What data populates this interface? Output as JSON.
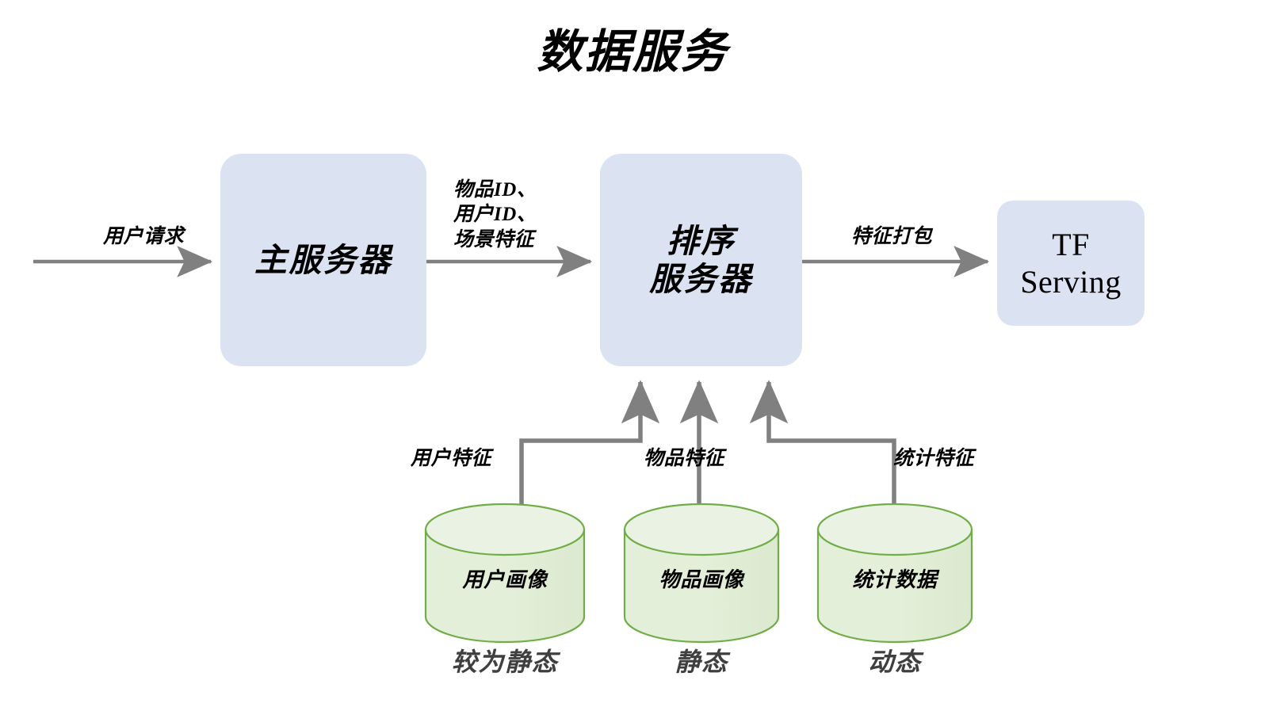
{
  "title": "数据服务",
  "colors": {
    "box_fill": "#dbe3f3",
    "cylinder_fill": "#e3efd8",
    "cylinder_top_fill": "#eaf3e3",
    "cylinder_stroke": "#70ad47",
    "arrow": "#808080",
    "caption_text": "#3f3f3f"
  },
  "nodes": {
    "main_server": {
      "label": "主服务器"
    },
    "rank_server": {
      "label": "排序\n服务器"
    },
    "tf_serving": {
      "label": "TF\nServing"
    }
  },
  "edge_labels": {
    "user_request": "用户请求",
    "ids_and_context": "物品ID、\n用户ID、\n场景特征",
    "feature_packing": "特征打包",
    "user_feature": "用户特征",
    "item_feature": "物品特征",
    "stat_feature": "统计特征"
  },
  "datastores": [
    {
      "label": "用户画像",
      "caption": "较为静态"
    },
    {
      "label": "物品画像",
      "caption": "静态"
    },
    {
      "label": "统计数据",
      "caption": "动态"
    }
  ]
}
